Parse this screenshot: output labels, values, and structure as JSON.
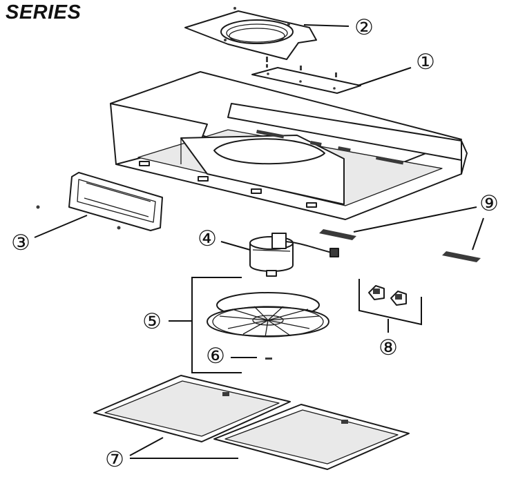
{
  "title": "SERIES",
  "callouts": [
    {
      "id": "1",
      "label": "①"
    },
    {
      "id": "2",
      "label": "②"
    },
    {
      "id": "3",
      "label": "③"
    },
    {
      "id": "4",
      "label": "④"
    },
    {
      "id": "5",
      "label": "⑤"
    },
    {
      "id": "6",
      "label": "⑥"
    },
    {
      "id": "7",
      "label": "⑦"
    },
    {
      "id": "8",
      "label": "⑧"
    },
    {
      "id": "9",
      "label": "⑨"
    }
  ],
  "colors": {
    "ink": "#1a1a1a",
    "paper": "#ffffff",
    "shade": "#e9e9e9"
  }
}
